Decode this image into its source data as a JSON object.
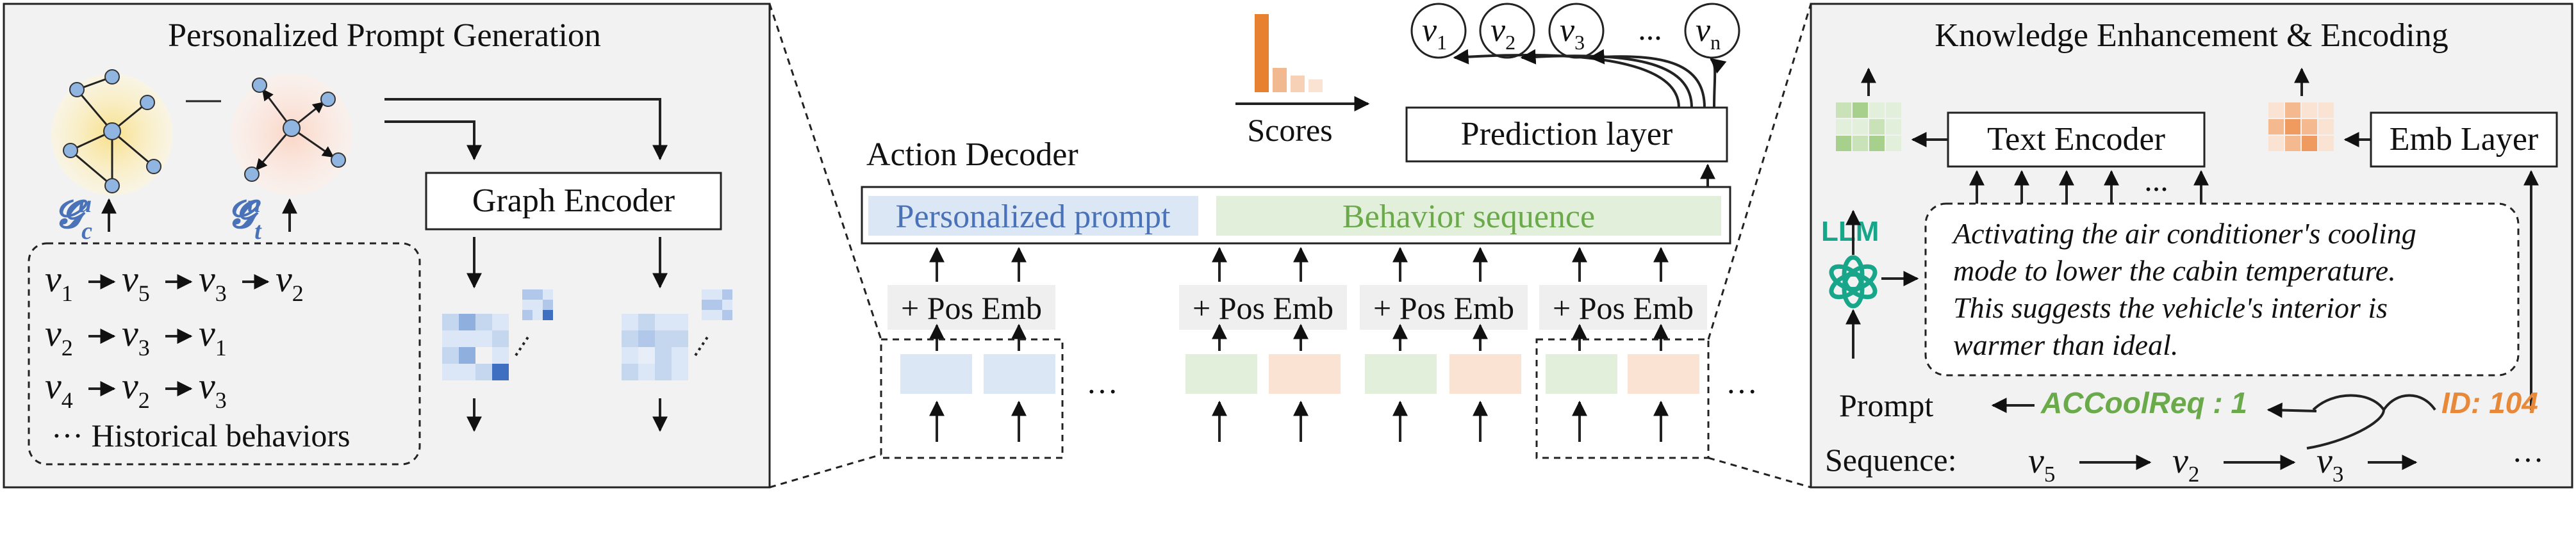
{
  "left_panel": {
    "title": "Personalized Prompt Generation",
    "graph_c_label": "𝓖",
    "graph_c_sub": "c",
    "graph_c_sup": "u",
    "graph_t_label": "𝓖",
    "graph_t_sub": "t",
    "graph_t_sup": "u",
    "graph_encoder": "Graph Encoder",
    "history_rows": [
      [
        "v1",
        "v5",
        "v3",
        "v2"
      ],
      [
        "v2",
        "v3",
        "v1"
      ],
      [
        "v4",
        "v2",
        "v3"
      ]
    ],
    "history_label": "··· Historical behaviors"
  },
  "center_panel": {
    "title": "Action Decoder",
    "prompt_label": "Personalized prompt",
    "behavior_label": "Behavior sequence",
    "pos_emb": "+ Pos Emb",
    "ellipsis": "···",
    "scores_label": "Scores",
    "prediction_layer": "Prediction layer",
    "outputs": [
      "v1",
      "v2",
      "v3",
      "...",
      "vn"
    ]
  },
  "right_panel": {
    "title": "Knowledge Enhancement & Encoding",
    "text_encoder": "Text Encoder",
    "emb_layer": "Emb Layer",
    "llm_label": "LLM",
    "llm_text": [
      "Activating the air conditioner's cooling",
      "mode to lower the cabin temperature.",
      "This suggests the vehicle's interior is",
      "warmer than ideal."
    ],
    "prompt_label": "Prompt",
    "ac_label": "ACCoolReq : 1",
    "id_label": "ID: 104",
    "sequence_label": "Sequence:",
    "sequence": [
      "v5",
      "v2",
      "v3",
      "···"
    ]
  },
  "colors": {
    "panel_bg": "#f2f2f2",
    "blue": "#4a72b8",
    "green": "#6aaa4a",
    "orange": "#e8893a",
    "blue_fill": "#dce7f5",
    "green_fill": "#e2efda",
    "orange_fill": "#fbe3d3"
  }
}
